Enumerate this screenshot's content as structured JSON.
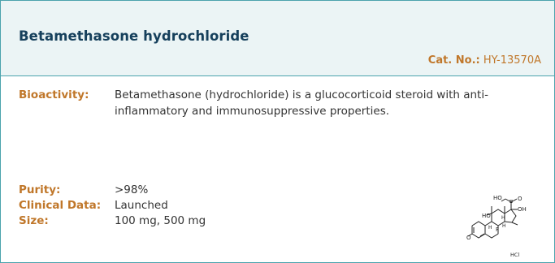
{
  "header": {
    "title": "Betamethasone hydrochloride",
    "cat_label": "Cat. No.:",
    "cat_value": "HY-13570A"
  },
  "bioactivity": {
    "label": "Bioactivity:",
    "text": "Betamethasone (hydrochloride) is a glucocorticoid steroid with anti-inflammatory and immunosuppressive properties."
  },
  "purity": {
    "label": "Purity:",
    "value": ">98%"
  },
  "clinical": {
    "label": "Clinical Data:",
    "value": "Launched"
  },
  "size": {
    "label": "Size:",
    "value": "100 mg, 500 mg"
  },
  "structure": {
    "atoms": {
      "ho_top": "HO",
      "o_top": "O",
      "oh": "OH",
      "ho_left": "HO",
      "f": "F",
      "h1": "H",
      "h2": "H",
      "h3": "H",
      "o_bottom": "O"
    },
    "salt": "HCl"
  },
  "colors": {
    "accent": "#c0772a",
    "title": "#16405c",
    "border": "#4ba3ad",
    "header_bg": "#ebf4f5"
  }
}
